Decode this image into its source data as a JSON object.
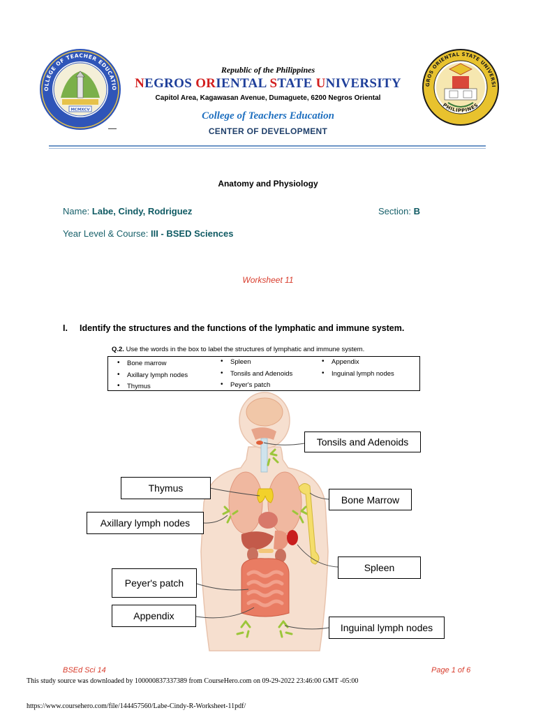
{
  "header": {
    "left_seal_text": "COLLEGE OF TEACHER EDUCATION",
    "left_seal_year": "MCMXCV",
    "right_seal_text": "NEGROS ORIENTAL STATE UNIVERSITY",
    "right_seal_bottom": "PHILIPPINES",
    "republic": "Republic of the Philippines",
    "univ_n": "N",
    "univ_egros": "EGROS ",
    "univ_or": "OR",
    "univ_iental": "IENTAL ",
    "univ_s": "S",
    "univ_tate": "TATE ",
    "univ_u": "U",
    "univ_niversity": "NIVERSITY",
    "address": "Capitol Area, Kagawasan Avenue, Dumaguete, 6200 Negros Oriental",
    "college": "College of Teachers Education",
    "center": "CENTER OF DEVELOPMENT"
  },
  "subject": "Anatomy and Physiology",
  "student": {
    "name_label": "Name: ",
    "name_value": "Labe, Cindy, Rodriguez",
    "section_label": "Section: ",
    "section_value": "B",
    "year_label": "Year Level & Course: ",
    "year_value": "III - BSED Sciences"
  },
  "worksheet": "Worksheet 11",
  "question": {
    "number": "I.",
    "text": "Identify the structures and the functions of the lymphatic and immune system.",
    "q2_label": "Q.2.",
    "q2_text": " Use the words in the box to label the structures of lymphatic and immune system."
  },
  "word_box": [
    "Bone marrow",
    "Axillary lymph nodes",
    "Thymus",
    "Spleen",
    "Tonsils and Adenoids",
    "Peyer's patch",
    "Appendix",
    "Inguinal lymph nodes"
  ],
  "labels": {
    "tonsils": "Tonsils and Adenoids",
    "thymus": "Thymus",
    "bone_marrow": "Bone Marrow",
    "axillary": "Axillary lymph nodes",
    "spleen": "Spleen",
    "peyers": "Peyer's patch",
    "appendix": "Appendix",
    "inguinal": "Inguinal lymph nodes"
  },
  "footer": {
    "course": "BSEd Sci 14",
    "page": "Page 1 of 6",
    "note": "This study source was downloaded by 100000837337389 from CourseHero.com on 09-29-2022 23:46:00 GMT -05:00",
    "url": "https://www.coursehero.com/file/144457560/Labe-Cindy-R-Worksheet-11pdf/"
  },
  "colors": {
    "university_blue": "#1f3f9a",
    "university_red": "#d21f1f",
    "teal_text": "#17606a",
    "worksheet_red": "#d83c2c"
  }
}
